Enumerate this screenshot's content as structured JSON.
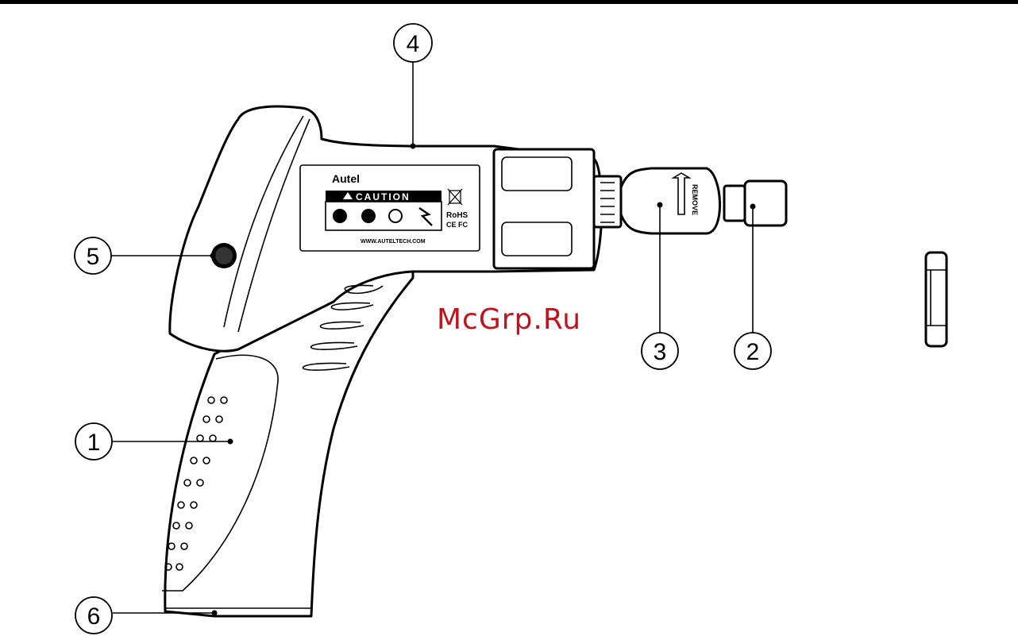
{
  "callouts": [
    {
      "id": "1",
      "label": "1"
    },
    {
      "id": "2",
      "label": "2"
    },
    {
      "id": "3",
      "label": "3"
    },
    {
      "id": "4",
      "label": "4"
    },
    {
      "id": "5",
      "label": "5"
    },
    {
      "id": "6",
      "label": "6"
    }
  ],
  "device_label": {
    "brand": "Autel",
    "caution": "CAUTION",
    "rohs": "RoHS",
    "cert_marks": "CE FC",
    "website": "WWW.AUTELTECH.COM"
  },
  "connector_text": "REMOVE",
  "watermark": "McGrp.Ru"
}
